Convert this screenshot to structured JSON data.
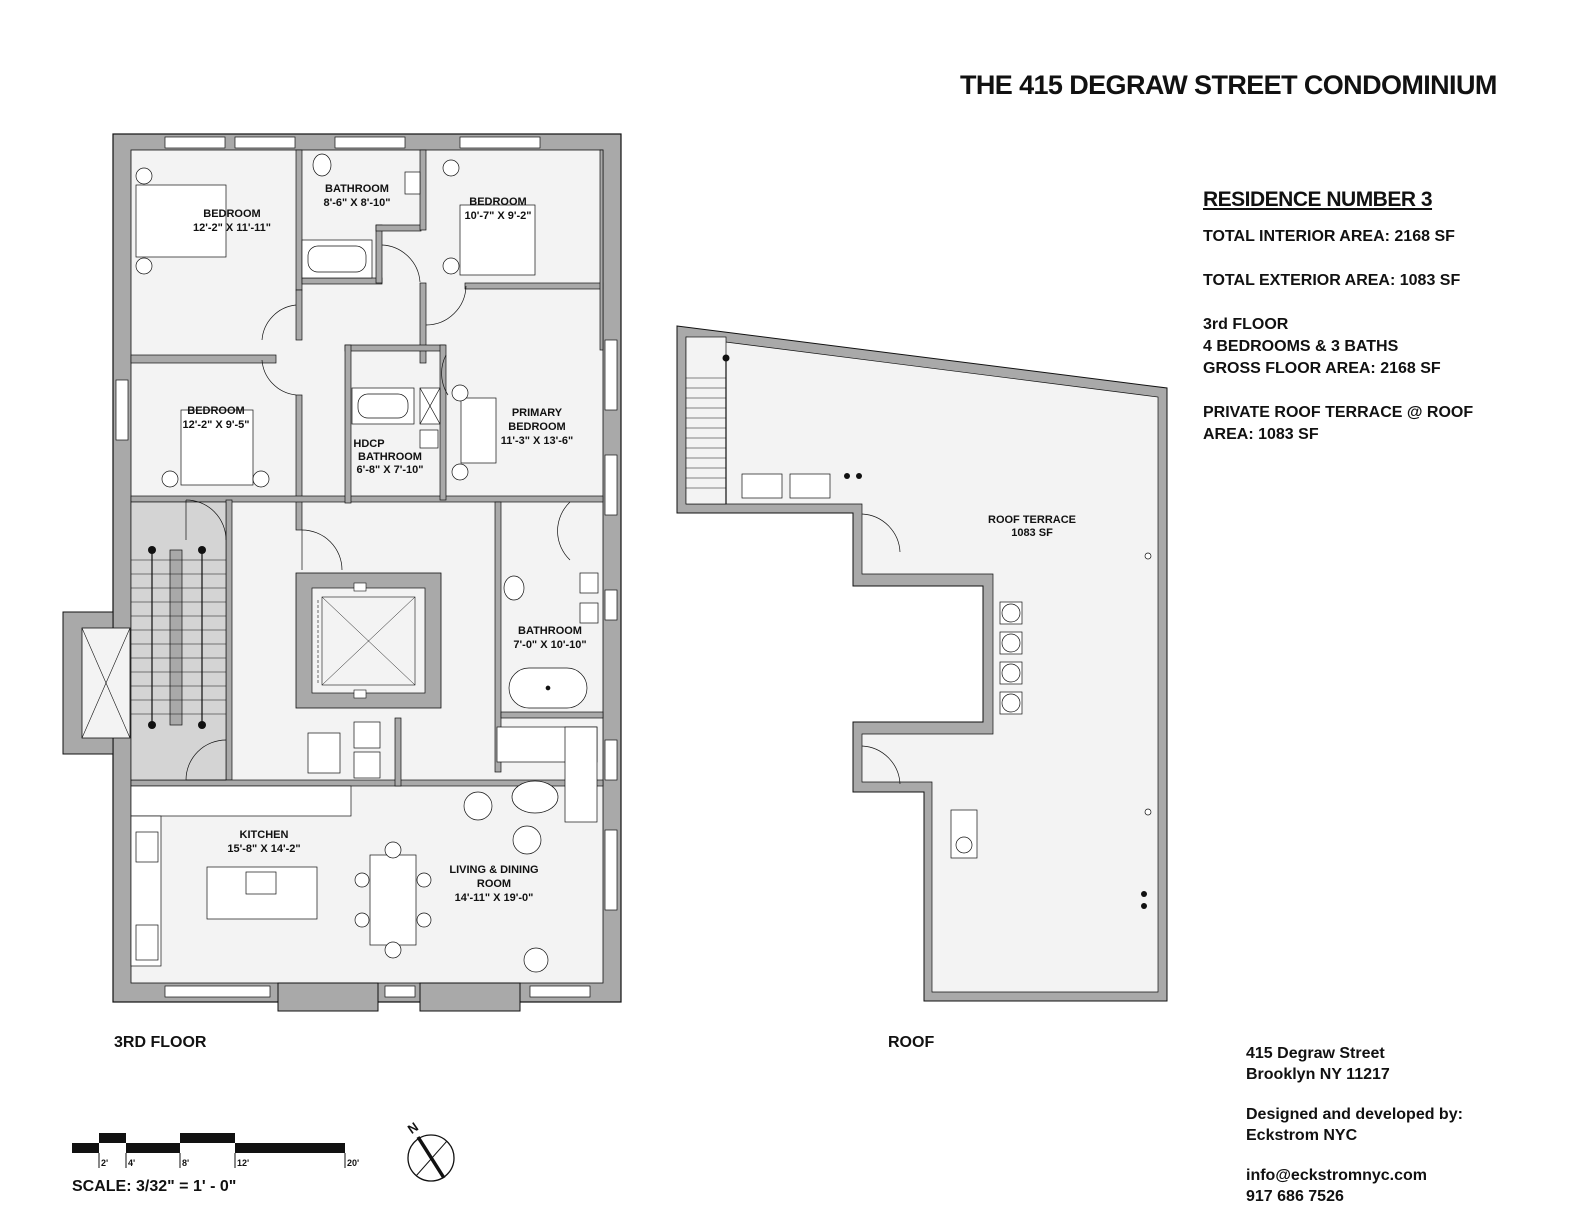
{
  "header": {
    "title": "THE 415 DEGRAW STREET CONDOMINIUM"
  },
  "residence": {
    "title": "RESIDENCE NUMBER 3",
    "interior_area": "TOTAL INTERIOR AREA: 2168 SF",
    "exterior_area": "TOTAL EXTERIOR AREA: 1083 SF",
    "floor": "3rd FLOOR",
    "beds_baths": "4 BEDROOMS & 3 BATHS",
    "gross_area": "GROSS FLOOR AREA: 2168 SF",
    "terrace": "PRIVATE ROOF TERRACE @ ROOF",
    "terrace_area": "AREA: 1083 SF"
  },
  "contact": {
    "address1": "415 Degraw Street",
    "address2": "Brooklyn NY 11217",
    "designed_by": "Designed and developed by:",
    "developer": "Eckstrom NYC",
    "email": "info@eckstromnyc.com",
    "phone": "917 686 7526"
  },
  "plans": {
    "floor_label": "3RD FLOOR",
    "roof_label": "ROOF"
  },
  "rooms": {
    "bedroom_nw": {
      "name": "BEDROOM",
      "dims": "12'-2\" X 11'-11\""
    },
    "bathroom_n": {
      "name": "BATHROOM",
      "dims": "8'-6\" X 8'-10\""
    },
    "bedroom_ne": {
      "name": "BEDROOM",
      "dims": "10'-7\" X 9'-2\""
    },
    "bedroom_w": {
      "name": "BEDROOM",
      "dims": "12'-2\" X 9'-5\""
    },
    "hdcp_bathroom": {
      "name1": "HDCP",
      "name2": "BATHROOM",
      "dims": "6'-8\" X 7'-10\""
    },
    "primary_bedroom": {
      "name1": "PRIMARY",
      "name2": "BEDROOM",
      "dims": "11'-3\" X 13'-6\""
    },
    "bathroom_primary": {
      "name": "BATHROOM",
      "dims": "7'-0\" X 10'-10\""
    },
    "kitchen": {
      "name": "KITCHEN",
      "dims": "15'-8\" X 14'-2\""
    },
    "living": {
      "name1": "LIVING & DINING",
      "name2": "ROOM",
      "dims": "14'-11\" X 19'-0\""
    },
    "roof_terrace": {
      "name": "ROOF TERRACE",
      "area": "1083 SF"
    }
  },
  "scale": {
    "ticks": [
      "2'",
      "4'",
      "8'",
      "12'",
      "20'"
    ],
    "text": "SCALE: 3/32\" = 1' - 0\""
  },
  "north": {
    "label": "N"
  },
  "colors": {
    "wall": "#a9a9a9",
    "floor": "#f3f3f3",
    "ink": "#111111"
  }
}
